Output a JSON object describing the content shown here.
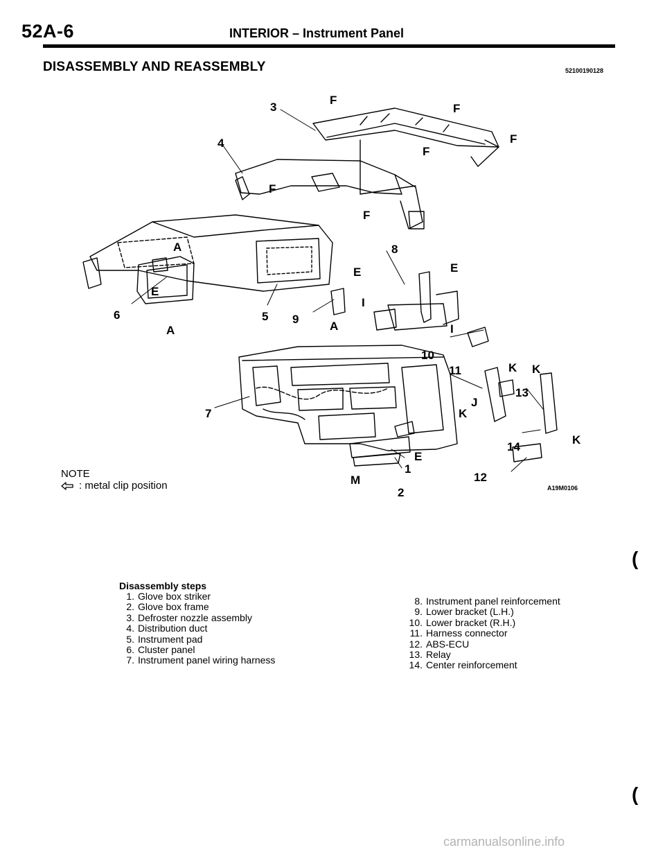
{
  "header": {
    "page_code": "52A-6",
    "title": "INTERIOR – Instrument Panel"
  },
  "section": {
    "title": "DISASSEMBLY AND REASSEMBLY",
    "code": "52100190128"
  },
  "figure": {
    "code": "A19M0106",
    "labels": [
      "1",
      "2",
      "3",
      "4",
      "5",
      "6",
      "7",
      "8",
      "9",
      "10",
      "11",
      "12",
      "13",
      "14",
      "A",
      "E",
      "F",
      "I",
      "J",
      "K",
      "M"
    ]
  },
  "note": {
    "label": "NOTE",
    "text": ": metal clip position"
  },
  "steps": {
    "title": "Disassembly steps",
    "items": [
      {
        "num": "1.",
        "text": "Glove box striker"
      },
      {
        "num": "2.",
        "text": "Glove box frame"
      },
      {
        "num": "3.",
        "text": "Defroster nozzle assembly"
      },
      {
        "num": "4.",
        "text": "Distribution duct"
      },
      {
        "num": "5.",
        "text": "Instrument pad"
      },
      {
        "num": "6.",
        "text": "Cluster panel"
      },
      {
        "num": "7.",
        "text": "Instrument panel wiring harness"
      },
      {
        "num": "8.",
        "text": "Instrument panel reinforcement"
      },
      {
        "num": "9.",
        "text": "Lower bracket (L.H.)"
      },
      {
        "num": "10.",
        "text": "Lower bracket (R.H.)"
      },
      {
        "num": "11.",
        "text": "Harness connector"
      },
      {
        "num": "12.",
        "text": "ABS-ECU"
      },
      {
        "num": "13.",
        "text": "Relay"
      },
      {
        "num": "14.",
        "text": "Center reinforcement"
      }
    ]
  },
  "watermark": "carmanualsonline.info"
}
